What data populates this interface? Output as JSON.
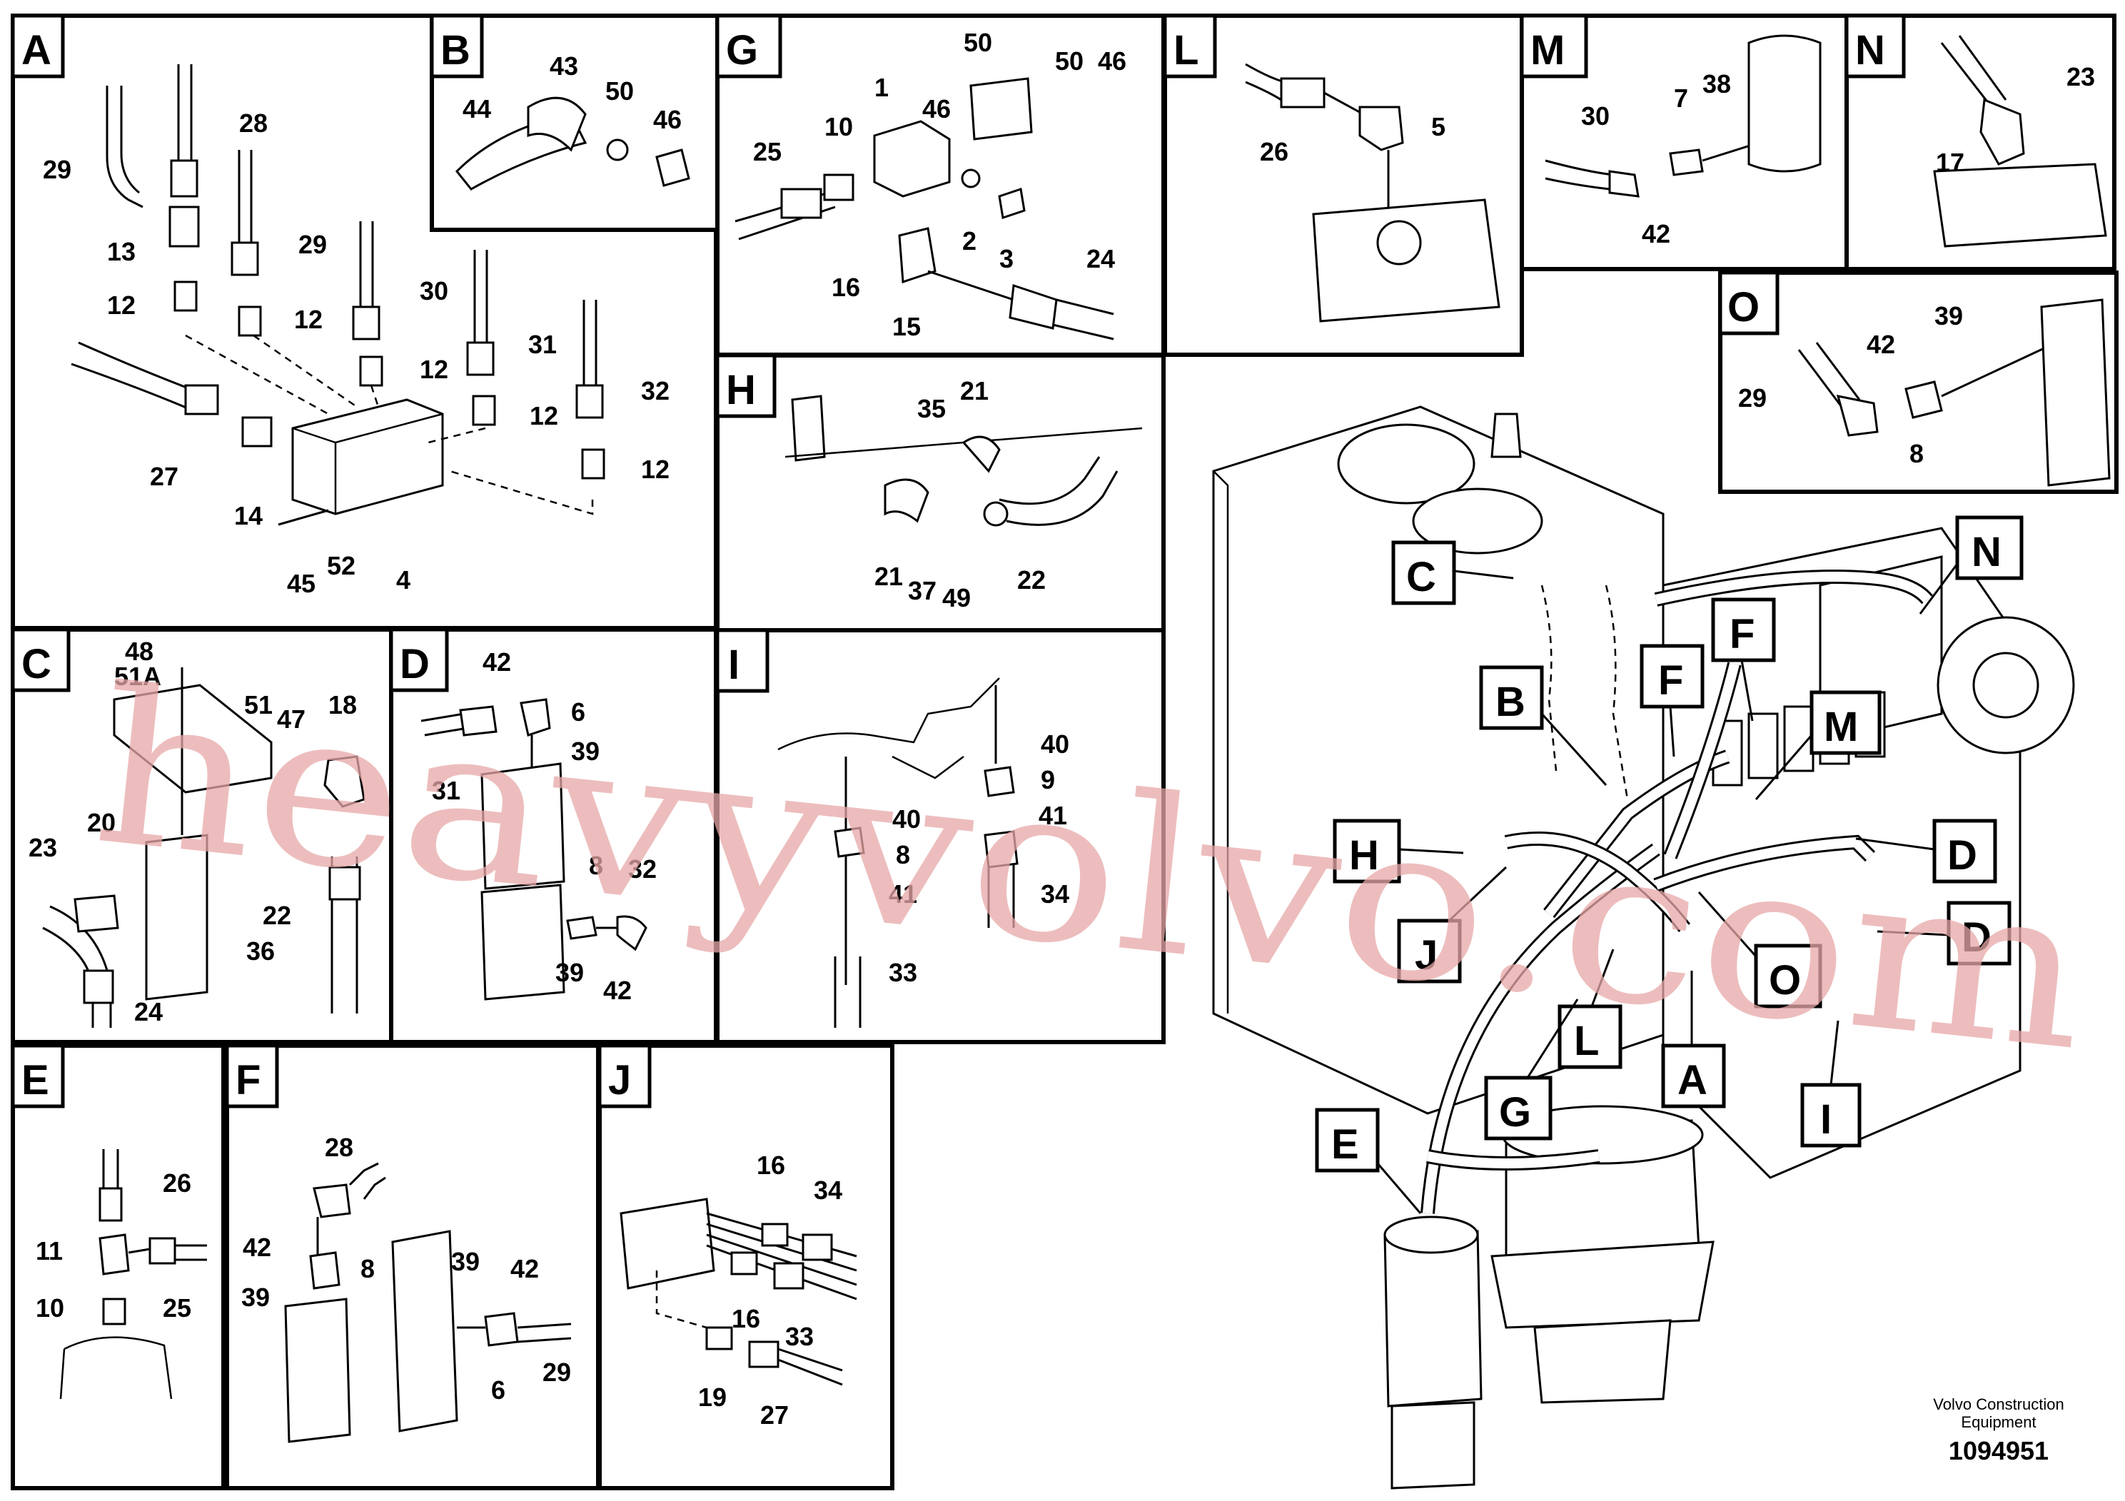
{
  "panels": {
    "A": {
      "label": "A",
      "parts": [
        "29",
        "28",
        "13",
        "29",
        "12",
        "12",
        "30",
        "12",
        "31",
        "12",
        "32",
        "12",
        "27",
        "14",
        "45",
        "52",
        "4"
      ]
    },
    "B": {
      "label": "B",
      "parts": [
        "43",
        "44",
        "50",
        "46"
      ]
    },
    "G": {
      "label": "G",
      "parts": [
        "50",
        "1",
        "46",
        "50",
        "46",
        "25",
        "10",
        "2",
        "3",
        "16",
        "15",
        "24"
      ]
    },
    "L": {
      "label": "L",
      "parts": [
        "26",
        "5"
      ]
    },
    "M": {
      "label": "M",
      "parts": [
        "30",
        "7",
        "38",
        "42"
      ]
    },
    "N": {
      "label": "N",
      "parts": [
        "23",
        "17"
      ]
    },
    "O": {
      "label": "O",
      "parts": [
        "39",
        "42",
        "29",
        "8"
      ]
    },
    "H": {
      "label": "H",
      "parts": [
        "35",
        "21",
        "21",
        "37",
        "49",
        "22"
      ]
    },
    "C": {
      "label": "C",
      "parts": [
        "48",
        "51A",
        "51",
        "47",
        "18",
        "20",
        "23",
        "22",
        "36",
        "24"
      ]
    },
    "D": {
      "label": "D",
      "parts": [
        "42",
        "6",
        "39",
        "31",
        "8",
        "32",
        "39",
        "42"
      ]
    },
    "I": {
      "label": "I",
      "parts": [
        "40",
        "9",
        "41",
        "40",
        "8",
        "41",
        "34",
        "33"
      ]
    },
    "E": {
      "label": "E",
      "parts": [
        "26",
        "11",
        "25",
        "10"
      ]
    },
    "F": {
      "label": "F",
      "parts": [
        "28",
        "42",
        "8",
        "39",
        "39",
        "42",
        "6",
        "29"
      ]
    },
    "J": {
      "label": "J",
      "parts": [
        "16",
        "34",
        "16",
        "33",
        "19",
        "27"
      ]
    }
  },
  "overview_callouts": [
    "C",
    "N",
    "F",
    "F",
    "B",
    "M",
    "H",
    "D",
    "D",
    "J",
    "O",
    "L",
    "A",
    "I",
    "G",
    "E"
  ],
  "footer": {
    "line1": "Volvo Construction",
    "line2": "Equipment",
    "doc_number": "1094951"
  },
  "watermark": "heavyvolvo.com"
}
